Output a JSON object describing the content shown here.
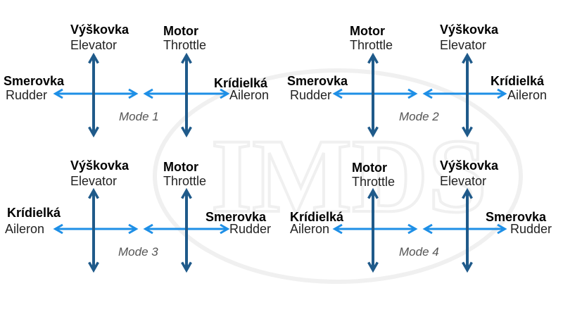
{
  "colors": {
    "vertical_arrow": "#1f5a8a",
    "horizontal_arrow": "#1e8fe6",
    "watermark": "#f0f0f0"
  },
  "watermark_text": "IMDS",
  "modes": [
    {
      "title": "Mode 1",
      "left_vertical": {
        "sk": "Výškovka",
        "en": "Elevator"
      },
      "left_horizontal": {
        "sk": "Smerovka",
        "en": "Rudder"
      },
      "right_vertical": {
        "sk": "Motor",
        "en": "Throttle"
      },
      "right_horizontal": {
        "sk": "Krídielká",
        "en": "Aileron"
      }
    },
    {
      "title": "Mode 2",
      "left_vertical": {
        "sk": "Motor",
        "en": "Throttle"
      },
      "left_horizontal": {
        "sk": "Smerovka",
        "en": "Rudder"
      },
      "right_vertical": {
        "sk": "Výškovka",
        "en": "Elevator"
      },
      "right_horizontal": {
        "sk": "Krídielká",
        "en": "Aileron"
      }
    },
    {
      "title": "Mode 3",
      "left_vertical": {
        "sk": "Výškovka",
        "en": "Elevator"
      },
      "left_horizontal": {
        "sk": "Krídielká",
        "en": "Aileron"
      },
      "right_vertical": {
        "sk": "Motor",
        "en": "Throttle"
      },
      "right_horizontal": {
        "sk": "Smerovka",
        "en": "Rudder"
      }
    },
    {
      "title": "Mode 4",
      "left_vertical": {
        "sk": "Motor",
        "en": "Throttle"
      },
      "left_horizontal": {
        "sk": "Krídielká",
        "en": "Aileron"
      },
      "right_vertical": {
        "sk": "Výškovka",
        "en": "Elevator"
      },
      "right_horizontal": {
        "sk": "Smerovka",
        "en": "Rudder"
      }
    }
  ]
}
